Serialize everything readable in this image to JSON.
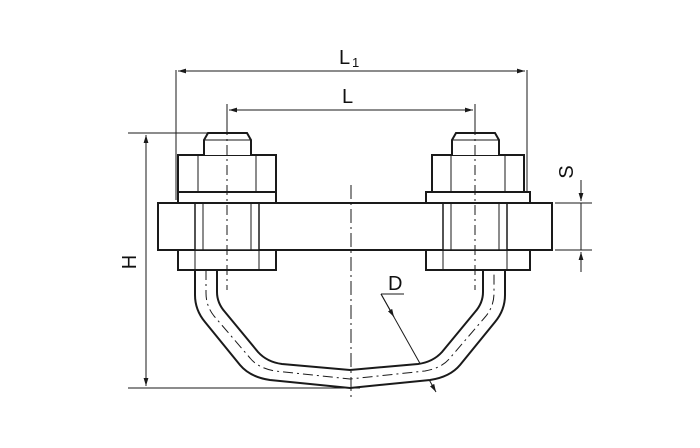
{
  "dimensions": {
    "L1": {
      "base": "L",
      "sub": "1"
    },
    "L": "L",
    "H": "H",
    "S": "S",
    "D": "D"
  },
  "colors": {
    "line": "#1a1a1a",
    "fill": "#ffffff"
  }
}
